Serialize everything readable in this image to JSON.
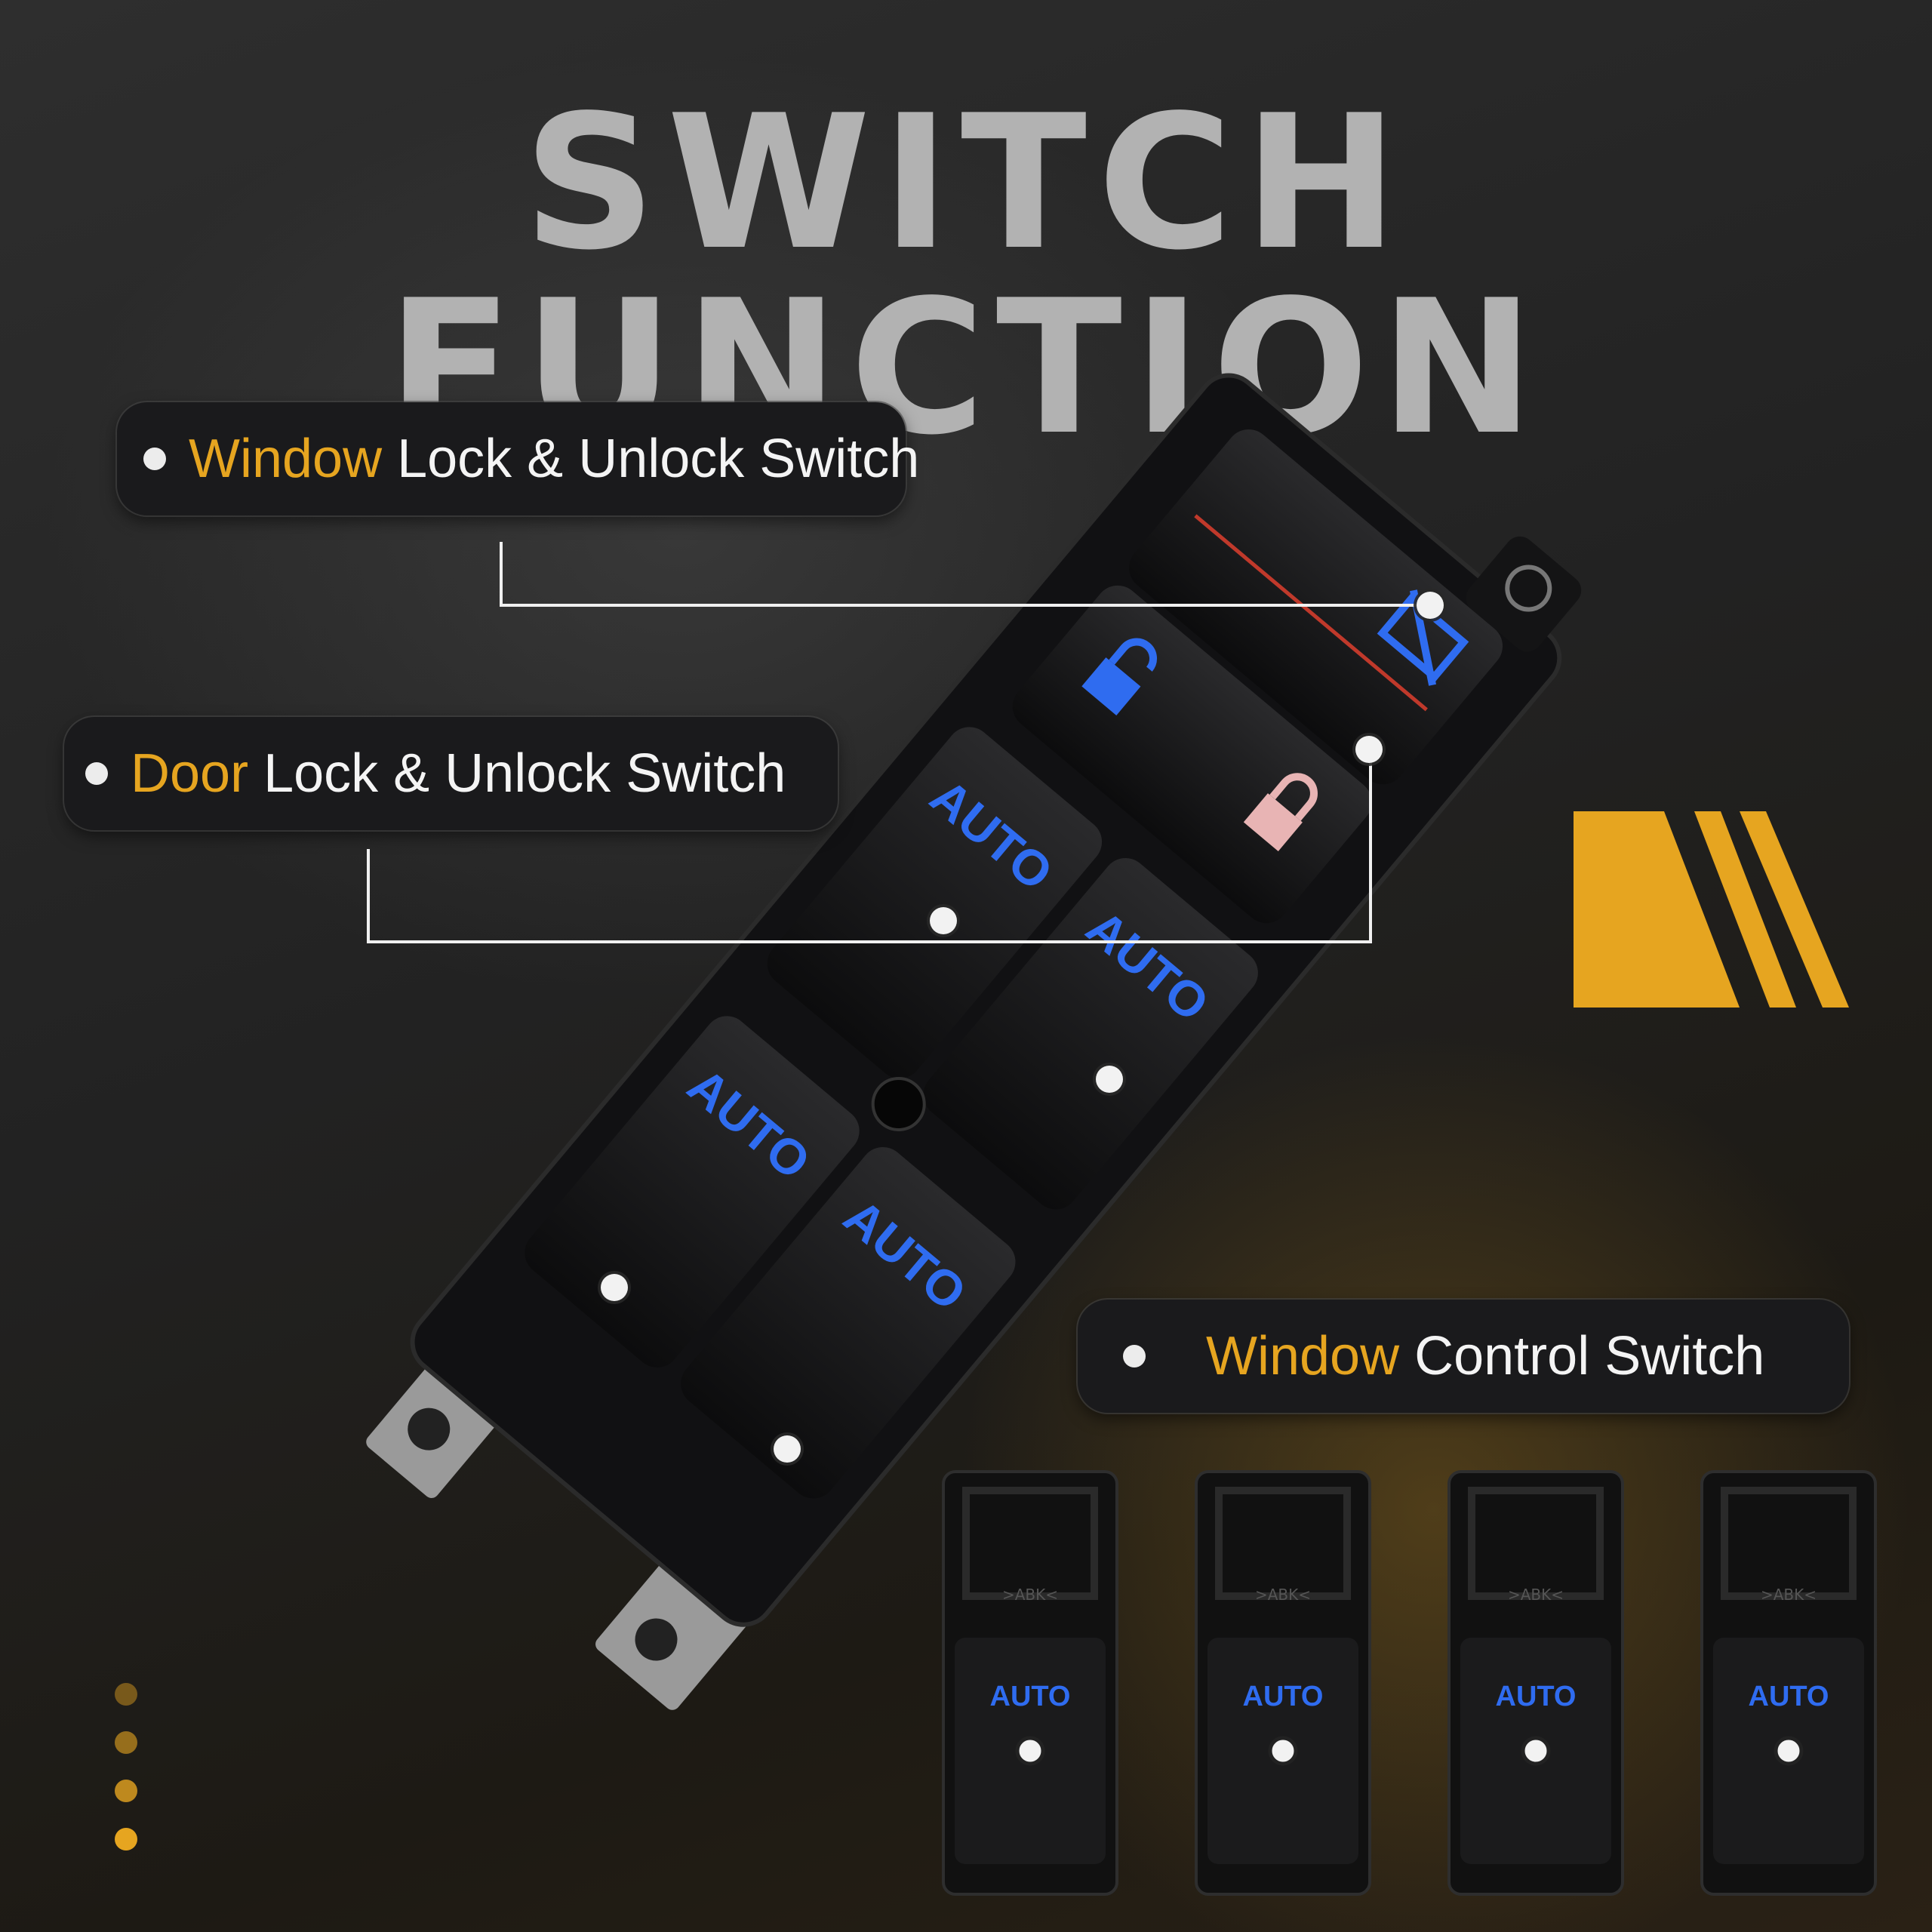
{
  "title": "SWITCH FUNCTION",
  "callouts": {
    "window_lock": {
      "highlight": "Window",
      "rest": " Lock & Unlock Switch"
    },
    "door_lock": {
      "highlight": "Door",
      "rest": " Lock & Unlock Switch"
    },
    "window_control": {
      "highlight": "Window",
      "rest": " Control Switch"
    }
  },
  "switch_label": "AUTO",
  "mini_switches": [
    "AUTO",
    "AUTO",
    "AUTO",
    "AUTO"
  ],
  "mini_code": ">ABK<",
  "colors": {
    "accent": "#e6a520",
    "glow": "#2f6cf0",
    "title": "#b2b2b2"
  },
  "icons": [
    "window-lock-icon",
    "door-unlock-icon",
    "door-lock-icon",
    "brand-stripes-icon"
  ]
}
